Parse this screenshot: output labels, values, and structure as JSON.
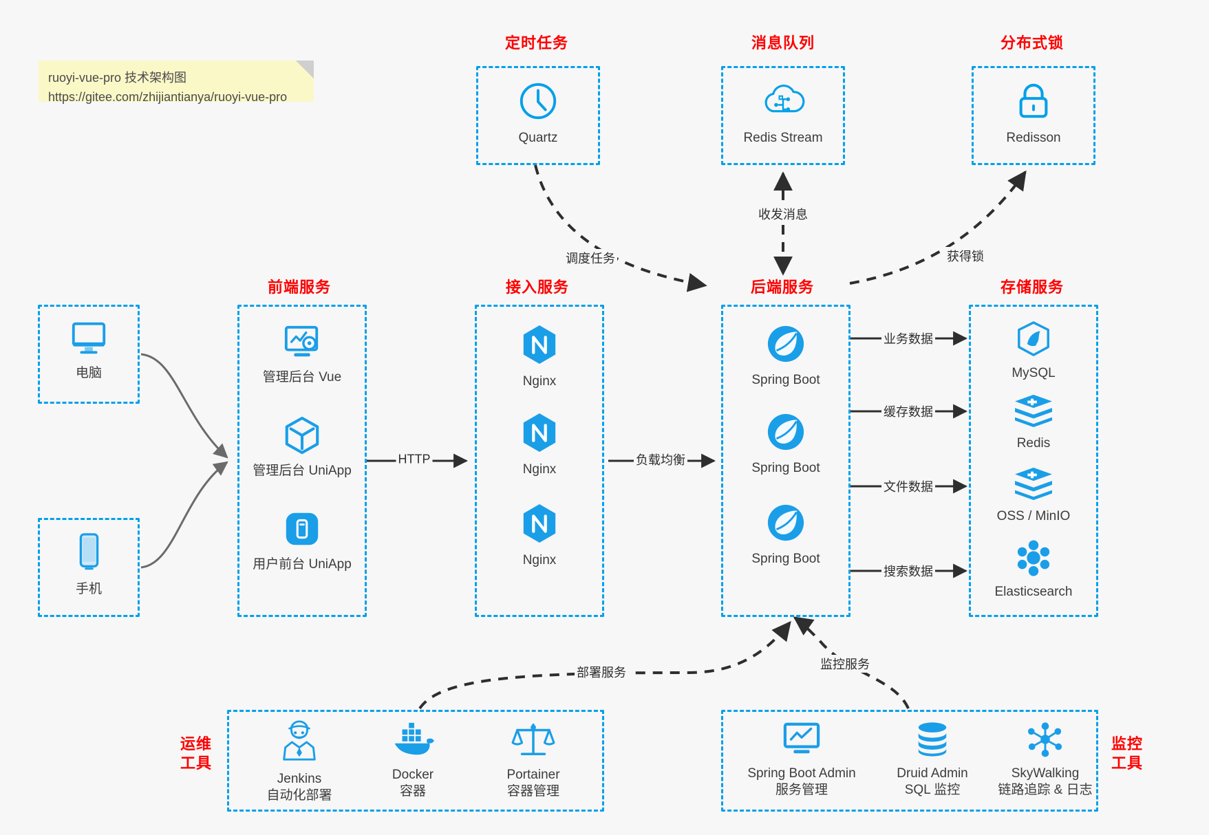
{
  "note": {
    "line1": "ruoyi-vue-pro 技术架构图",
    "line2": "https://gitee.com/zhijiantianya/ruoyi-vue-pro"
  },
  "groups": {
    "scheduled_task": "定时任务",
    "message_queue": "消息队列",
    "distributed_lock": "分布式锁",
    "frontend_service": "前端服务",
    "access_service": "接入服务",
    "backend_service": "后端服务",
    "storage_service": "存储服务",
    "ops_tools_line1": "运维",
    "ops_tools_line2": "工具",
    "monitor_tools_line1": "监控",
    "monitor_tools_line2": "工具"
  },
  "nodes": {
    "quartz": "Quartz",
    "redis_stream": "Redis Stream",
    "redisson": "Redisson",
    "computer": "电脑",
    "phone": "手机",
    "admin_vue": "管理后台 Vue",
    "admin_uniapp": "管理后台 UniApp",
    "user_uniapp": "用户前台 UniApp",
    "nginx1": "Nginx",
    "nginx2": "Nginx",
    "nginx3": "Nginx",
    "springboot1": "Spring Boot",
    "springboot2": "Spring Boot",
    "springboot3": "Spring Boot",
    "mysql": "MySQL",
    "redis": "Redis",
    "oss_minio": "OSS / MinIO",
    "elasticsearch": "Elasticsearch",
    "jenkins": "Jenkins",
    "jenkins_sub": "自动化部署",
    "docker": "Docker",
    "docker_sub": "容器",
    "portainer": "Portainer",
    "portainer_sub": "容器管理",
    "spring_boot_admin": "Spring Boot Admin",
    "spring_boot_admin_sub": "服务管理",
    "druid_admin": "Druid Admin",
    "druid_admin_sub": "SQL 监控",
    "skywalking": "SkyWalking",
    "skywalking_sub": "链路追踪 & 日志"
  },
  "edges": {
    "schedule_task": "调度任务",
    "send_receive_message": "收发消息",
    "acquire_lock": "获得锁",
    "http": "HTTP",
    "load_balance": "负载均衡",
    "business_data": "业务数据",
    "cache_data": "缓存数据",
    "file_data": "文件数据",
    "search_data": "搜索数据",
    "deploy_service": "部署服务",
    "monitor_service": "监控服务"
  },
  "colors": {
    "accent": "#00a0e9",
    "group_title": "#ff0000",
    "note_bg": "#fbf8c8",
    "canvas_bg": "#f7f7f7",
    "edge": "#2e2e2e",
    "soft_edge": "#6b6b6b"
  }
}
